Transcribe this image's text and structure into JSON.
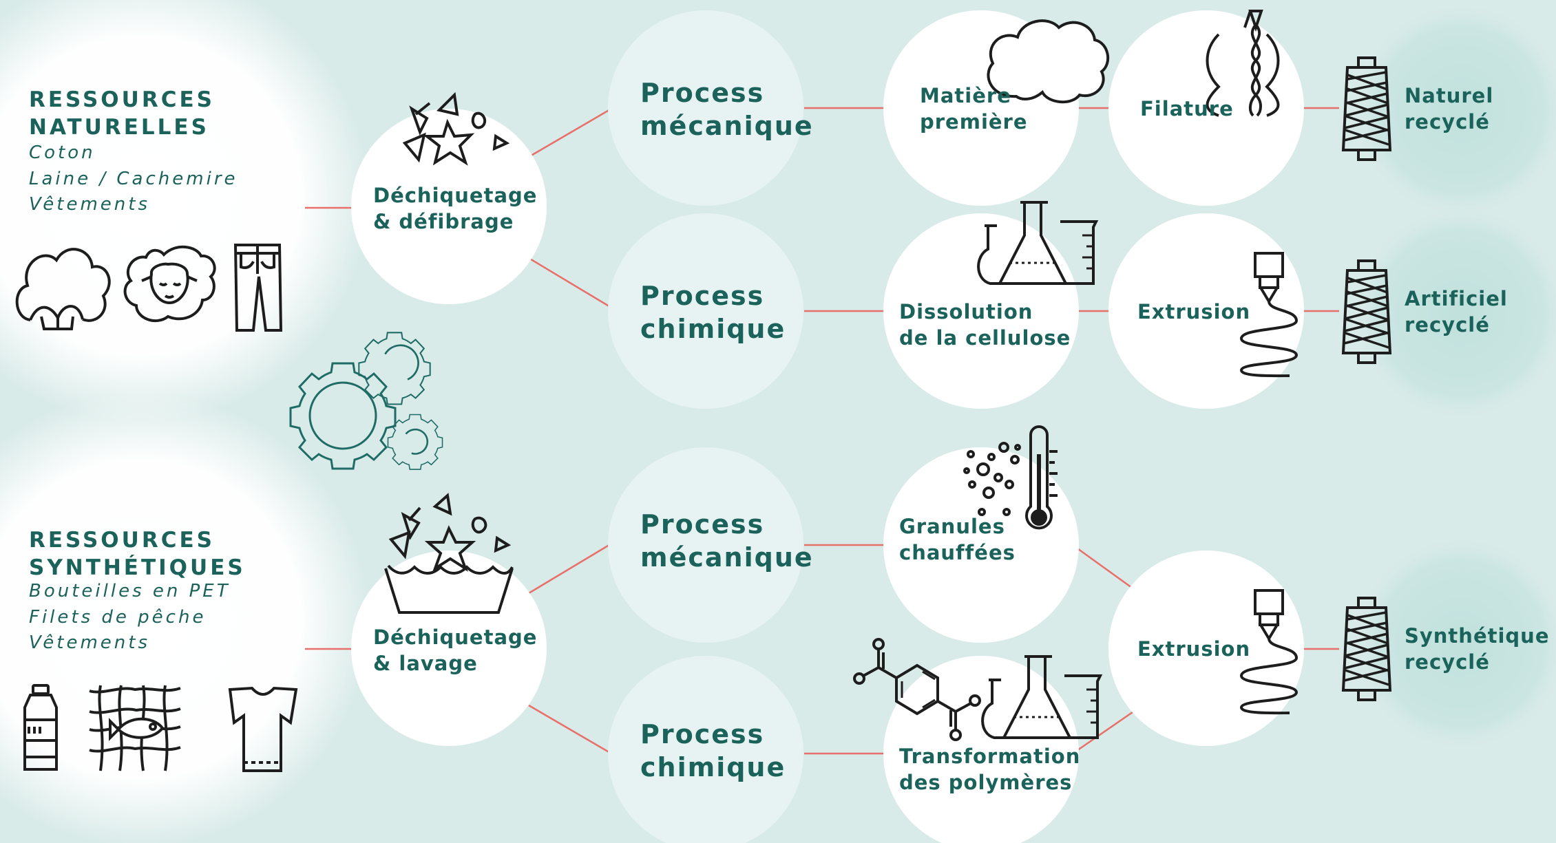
{
  "colors": {
    "background": "#d9ebe9",
    "teal_text": "#1a625a",
    "connector": "#e8706a",
    "circle_white": "#ffffff",
    "circle_light": "#e6f3f2",
    "icon_stroke": "#1d1d1d",
    "gear_stroke": "#1f6b65"
  },
  "natural": {
    "heading": [
      "RESSOURCES",
      "NATURELLES"
    ],
    "items": [
      "Coton",
      "Laine / Cachemire",
      "Vêtements"
    ],
    "icons": [
      "cotton-flower-icon",
      "sheep-icon",
      "pants-icon"
    ]
  },
  "synthetic": {
    "heading": [
      "RESSOURCES",
      "SYNTHÉTIQUES"
    ],
    "items": [
      "Bouteilles en PET",
      "Filets de pêche",
      "Vêtements"
    ],
    "icons": [
      "bottle-icon",
      "fishing-net-icon",
      "tshirt-icon"
    ]
  },
  "steps": {
    "shred_natural": [
      "Déchiquetage",
      "& défibrage"
    ],
    "shred_synthetic": [
      "Déchiquetage",
      "& lavage"
    ],
    "proc_mec_1": [
      "Process",
      "mécanique"
    ],
    "proc_chim_1": [
      "Process",
      "chimique"
    ],
    "proc_mec_2": [
      "Process",
      "mécanique"
    ],
    "proc_chim_2": [
      "Process",
      "chimique"
    ],
    "raw_material": [
      "Matière",
      "première"
    ],
    "cellulose": [
      "Dissolution",
      "de la cellulose"
    ],
    "granules": [
      "Granules",
      "chauffées"
    ],
    "polymers": [
      "Transformation",
      "des polymères"
    ],
    "spinning": [
      "Filature"
    ],
    "extrusion_1": [
      "Extrusion"
    ],
    "extrusion_2": [
      "Extrusion"
    ]
  },
  "outputs": {
    "natural": [
      "Naturel",
      "recyclé"
    ],
    "artificial": [
      "Artificiel",
      "recyclé"
    ],
    "synthetic": [
      "Synthétique",
      "recyclé"
    ]
  },
  "decor_icons": [
    "gears-icon",
    "shreds-icon",
    "shreds-basin-icon",
    "cloud-icon",
    "twisted-fiber-icon",
    "lab-glassware-icon",
    "extruder-icon",
    "yarn-spool-icon",
    "thermometer-granules-icon",
    "molecule-icon"
  ]
}
